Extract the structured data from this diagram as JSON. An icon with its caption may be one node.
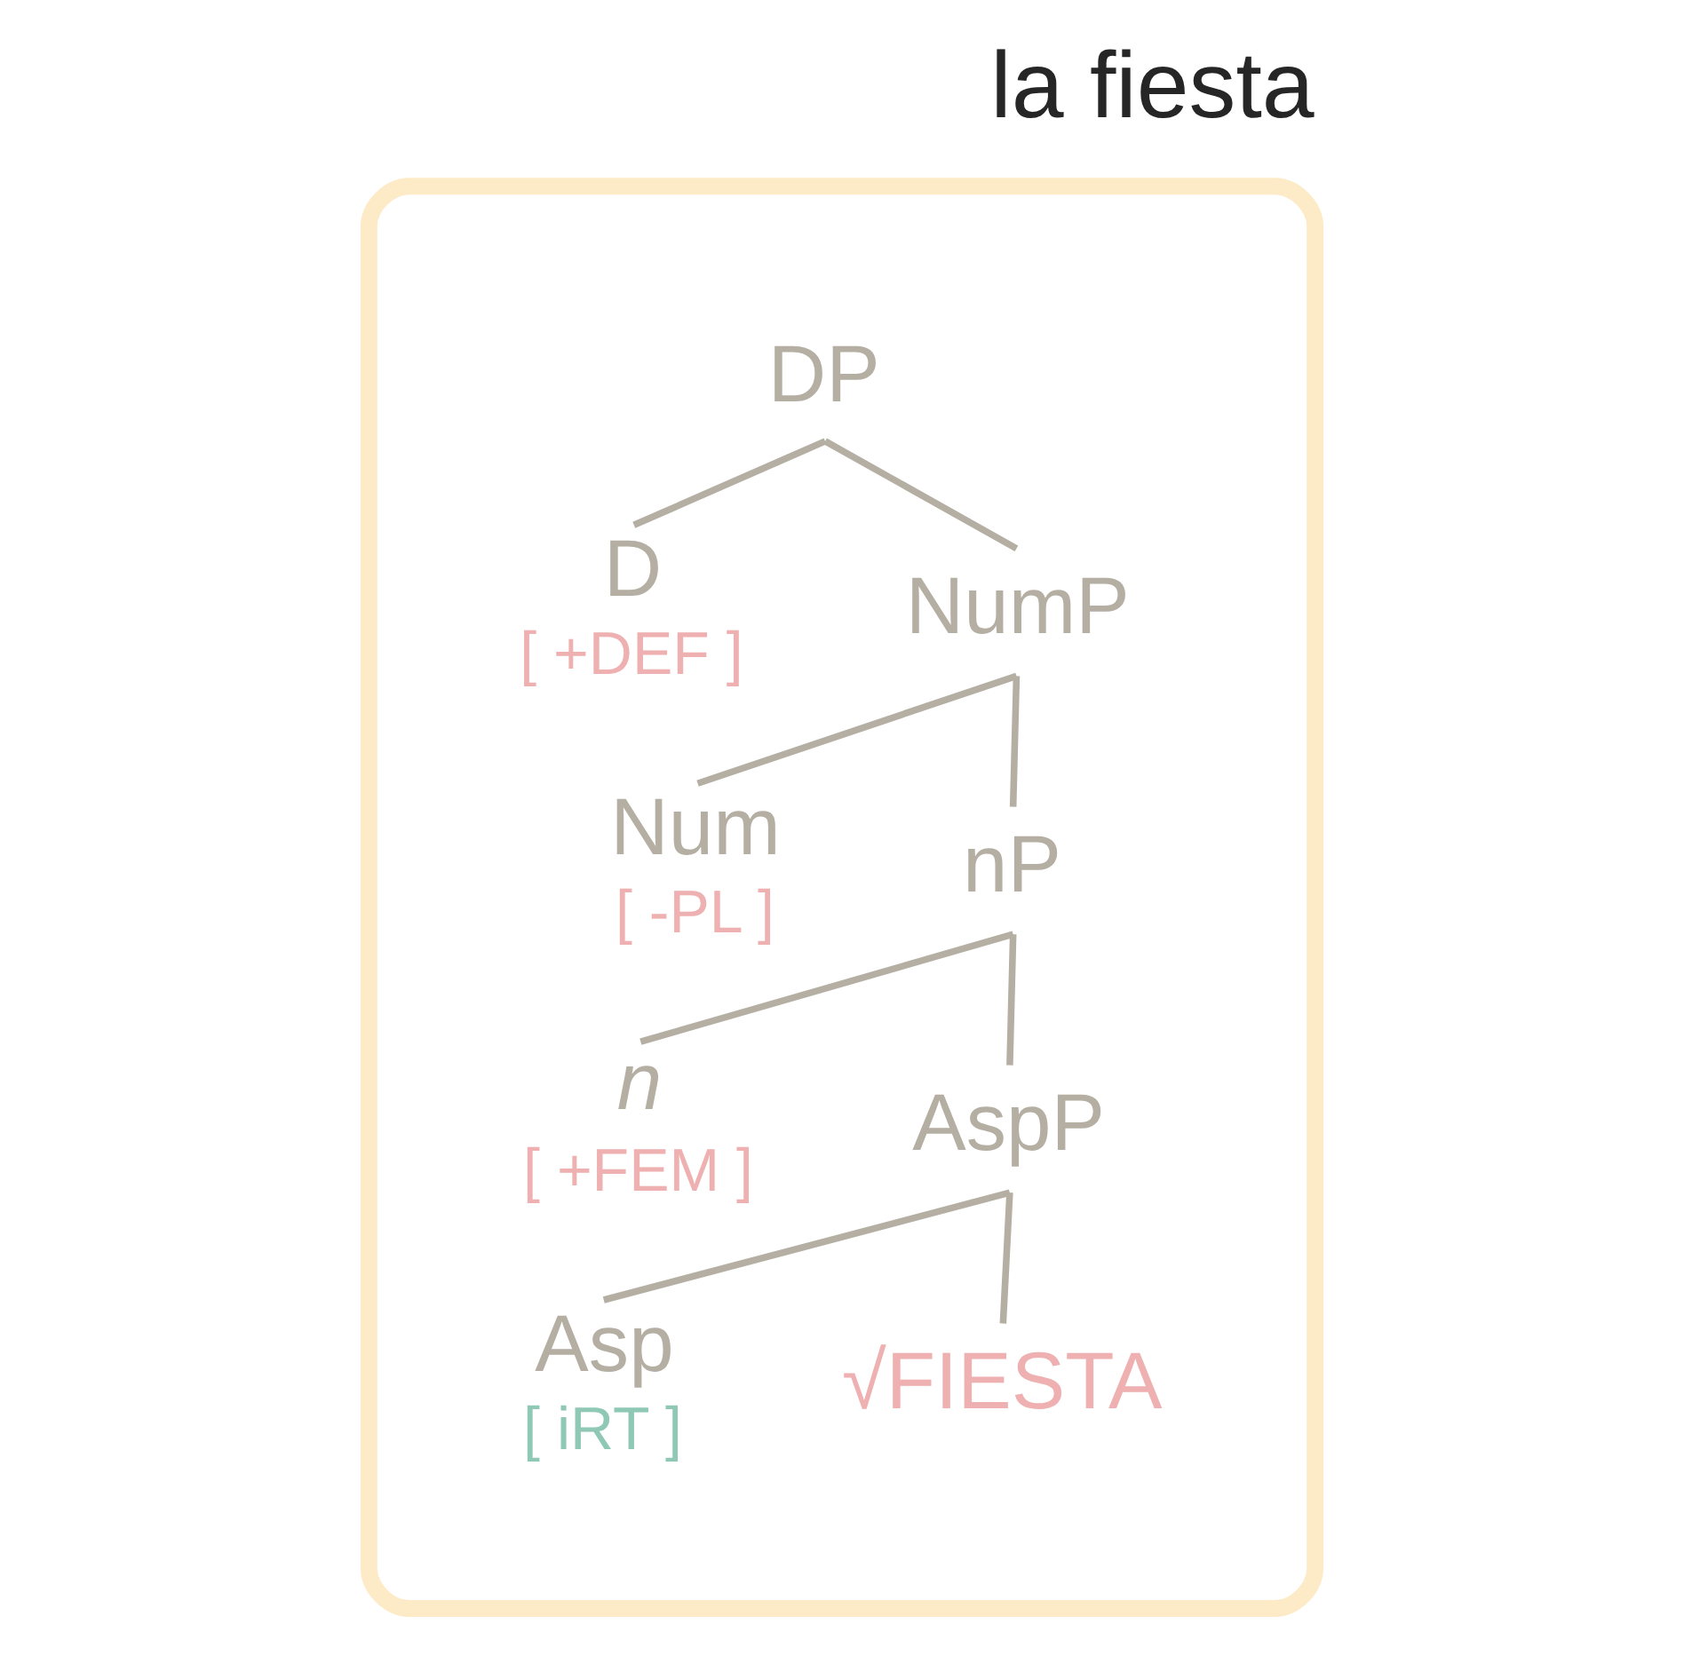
{
  "diagram": {
    "title": "la fiesta",
    "nodes": [
      {
        "text": [],
        "shape": "ellipse"
      },
      {
        "text": [
          "DP"
        ],
        "in": 0
      },
      {
        "text": [
          "D",
          "[ +DEF ]"
        ],
        "in": 0
      },
      {
        "text": [
          "NumP"
        ],
        "in": 0
      },
      {
        "text": [
          "Num",
          "[ -PL ]"
        ],
        "in": 0
      },
      {
        "text": [
          "nP"
        ],
        "in": 0
      },
      {
        "text": [
          "n",
          "[ +FEM ]"
        ],
        "in": 0
      },
      {
        "text": [
          "AspP"
        ],
        "in": 0
      },
      {
        "text": [
          "Asp",
          "[ iRT ]"
        ],
        "in": 0
      },
      {
        "text": [
          "√FIESTA"
        ],
        "in": 0
      }
    ],
    "edges": [
      {
        "from": 1,
        "to": 2,
        "arrow": "none"
      },
      {
        "from": 1,
        "to": 3,
        "arrow": "none"
      },
      {
        "from": 3,
        "to": 4,
        "arrow": "none"
      },
      {
        "from": 3,
        "to": 5,
        "arrow": "none"
      },
      {
        "from": 5,
        "to": 6,
        "arrow": "none"
      },
      {
        "from": 5,
        "to": 7,
        "arrow": "none"
      },
      {
        "from": 7,
        "to": 8,
        "arrow": "none"
      },
      {
        "from": 7,
        "to": 9,
        "arrow": "none"
      }
    ]
  }
}
